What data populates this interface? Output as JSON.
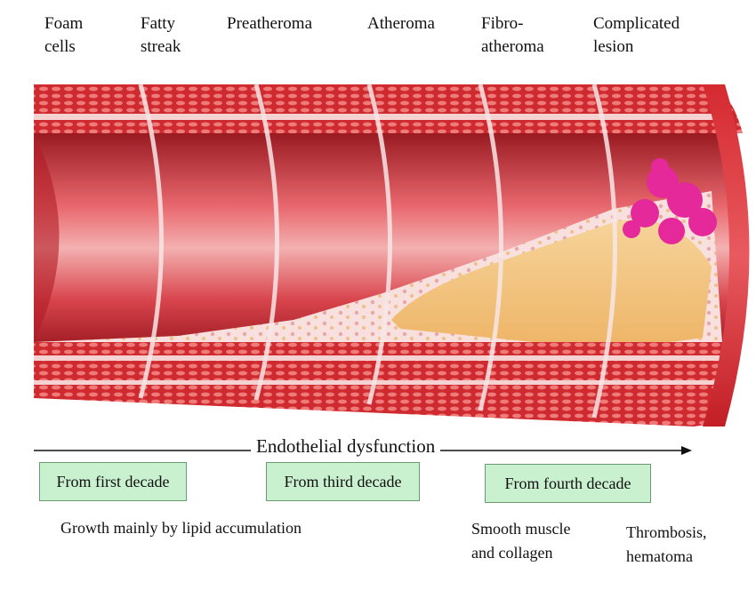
{
  "stages": [
    {
      "line1": "Foam",
      "line2": "cells"
    },
    {
      "line1": "Fatty",
      "line2": "streak"
    },
    {
      "line1": "Preatheroma",
      "line2": ""
    },
    {
      "line1": "Atheroma",
      "line2": ""
    },
    {
      "line1": "Fibro-",
      "line2": "atheroma"
    },
    {
      "line1": "Complicated",
      "line2": "lesion"
    }
  ],
  "timeline": {
    "label": "Endothelial dysfunction"
  },
  "decades": [
    "From first decade",
    "From third decade",
    "From fourth decade"
  ],
  "notes": {
    "lipid": "Growth mainly by lipid accumulation",
    "smooth_muscle": {
      "line1": "Smooth muscle",
      "line2": "and collagen"
    },
    "thrombosis": {
      "line1": "Thrombosis,",
      "line2": "hematoma"
    }
  },
  "colors": {
    "wall": "#c8222a",
    "lumen": "#e0505a",
    "plaque": "#f2c27a",
    "intima": "#f7dada",
    "thrombus": "#e5289a",
    "decade_box": "#c9f0cf"
  }
}
